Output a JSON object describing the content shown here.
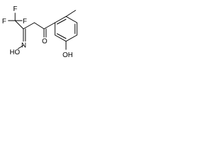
{
  "molecule": {
    "labels": {
      "F1": "F",
      "F2": "F",
      "F3": "F",
      "N_OH": "HO",
      "N": "N",
      "O_ketone": "O",
      "OH": "OH"
    }
  }
}
